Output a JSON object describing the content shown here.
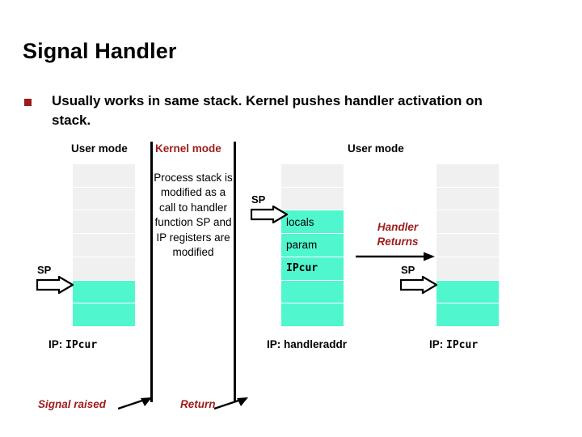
{
  "slide": {
    "title": "Signal Handler",
    "bullet": {
      "marker": "square-bullet",
      "text": "Usually works in same stack. Kernel pushes handler activation on stack.",
      "marker_color": "#9E1B1B"
    }
  },
  "colors": {
    "accent_red": "#9E1B1B",
    "stack_free": "#F0F0F0",
    "stack_used": "#50F7CE",
    "text": "#000000"
  },
  "headers": {
    "user_mode_left": "User mode",
    "kernel_mode": "Kernel mode",
    "user_mode_right": "User mode"
  },
  "kernel_note": "Process stack is modified as a call to handler function SP and IP registers are modified",
  "stacks": {
    "left": {
      "name": "initial-user-stack",
      "cells": [
        {
          "label": "",
          "state": "free"
        },
        {
          "label": "",
          "state": "free"
        },
        {
          "label": "",
          "state": "free"
        },
        {
          "label": "",
          "state": "free"
        },
        {
          "label": "",
          "state": "free"
        },
        {
          "label": "",
          "state": "used"
        },
        {
          "label": "",
          "state": "used"
        }
      ],
      "sp_label": "SP",
      "sp_cell_index": 5,
      "ip_prefix": "IP: ",
      "ip_value": "IPcur"
    },
    "middle": {
      "name": "handler-activation-stack",
      "cells": [
        {
          "label": "",
          "state": "free"
        },
        {
          "label": "",
          "state": "free"
        },
        {
          "label": "locals",
          "state": "used"
        },
        {
          "label": "param",
          "state": "used"
        },
        {
          "label": "IPcur",
          "state": "used",
          "mono": true
        },
        {
          "label": "",
          "state": "used"
        },
        {
          "label": "",
          "state": "used"
        }
      ],
      "sp_label": "SP",
      "sp_cell_index": 2,
      "ip_prefix": "IP: ",
      "ip_value": "handleraddr"
    },
    "right": {
      "name": "restored-user-stack",
      "cells": [
        {
          "label": "",
          "state": "free"
        },
        {
          "label": "",
          "state": "free"
        },
        {
          "label": "",
          "state": "free"
        },
        {
          "label": "",
          "state": "free"
        },
        {
          "label": "",
          "state": "free"
        },
        {
          "label": "",
          "state": "used"
        },
        {
          "label": "",
          "state": "used"
        }
      ],
      "sp_label": "SP",
      "sp_cell_index": 5,
      "ip_prefix": "IP: ",
      "ip_value": "IPcur"
    }
  },
  "annotations": {
    "handler_returns_line1": "Handler",
    "handler_returns_line2": "Returns",
    "signal_raised": "Signal raised",
    "return": "Return"
  }
}
